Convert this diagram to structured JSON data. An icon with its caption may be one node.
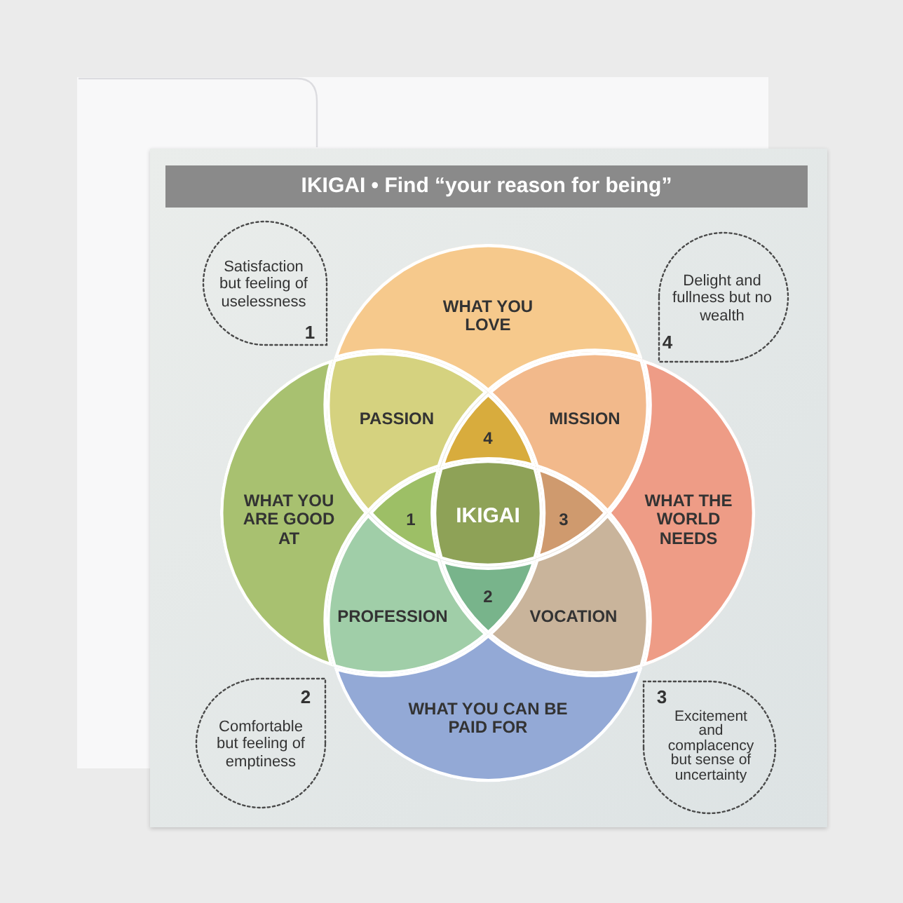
{
  "diagram": {
    "title": "IKIGAI • Find “your reason for being”",
    "nodes": [
      {
        "text": [
          "Satisfaction but feeling of uselessness",
          "1"
        ]
      },
      {
        "text": [
          "WHAT YOU LOVE"
        ]
      },
      {
        "text": [
          "Delight and fullness but no wealth",
          "4"
        ]
      },
      {
        "text": [
          "PASSION"
        ]
      },
      {
        "text": [
          "MISSION"
        ]
      },
      {
        "text": [
          "4"
        ]
      },
      {
        "text": [
          "WHAT YOU ARE GOOD AT"
        ]
      },
      {
        "text": [
          "1"
        ]
      },
      {
        "text": [
          "IKIGAI"
        ]
      },
      {
        "text": [
          "3"
        ]
      },
      {
        "text": [
          "WHAT THE WORLD NEEDS"
        ]
      },
      {
        "text": [
          "2"
        ]
      },
      {
        "text": [
          "PROFESSION"
        ]
      },
      {
        "text": [
          "VOCATION"
        ]
      },
      {
        "text": [
          "2",
          "Comfortable but feeling of emptiness"
        ]
      },
      {
        "text": [
          "WHAT YOU CAN BE PAID FOR"
        ]
      },
      {
        "text": [
          "3",
          "Excitement and complacency but sense of uncertainty"
        ]
      }
    ]
  }
}
